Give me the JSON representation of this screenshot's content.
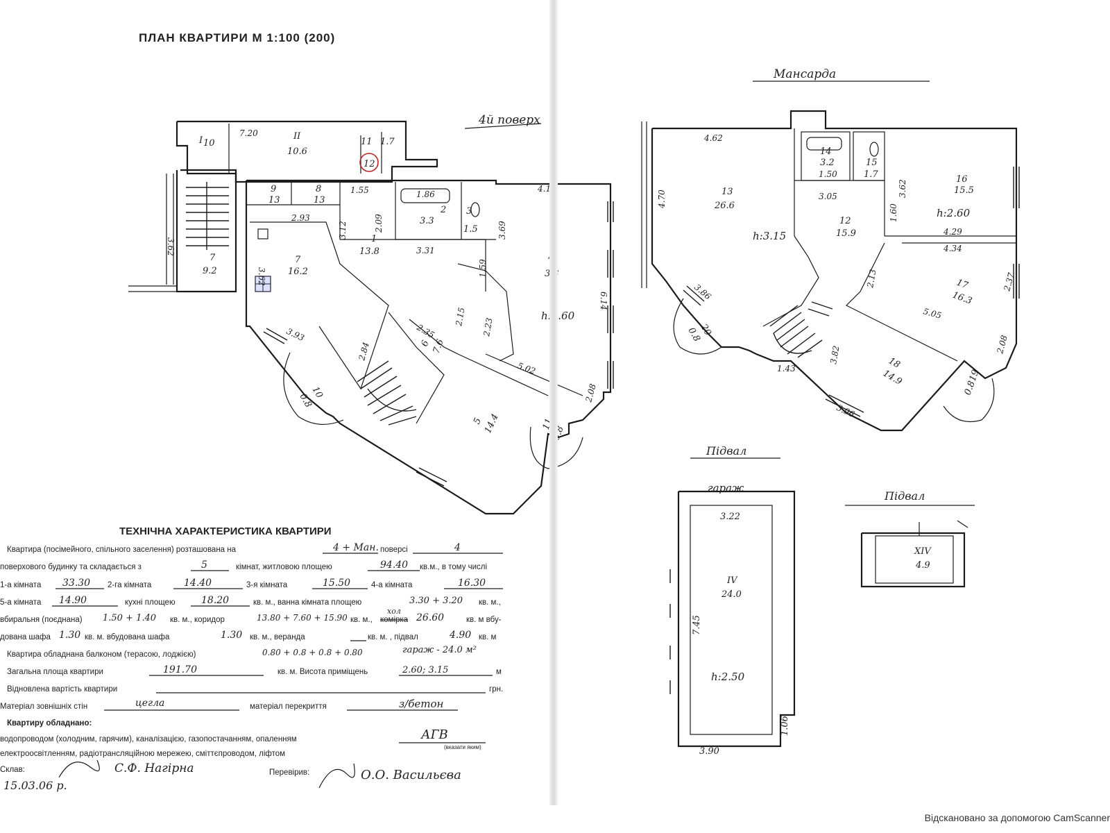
{
  "plan": {
    "title": "ПЛАН КВАРТИРИ М 1:100 (200)",
    "floor4_label": "4й поверх",
    "mansard_label": "Мансарда",
    "basement_label": "Підвал",
    "garage_label": "гараж",
    "cellar_label": "Підвал"
  },
  "floor4": {
    "rooms": [
      {
        "num": "I",
        "area": "10"
      },
      {
        "num": "II",
        "area": "10.6"
      },
      {
        "num": "11",
        "area": "1.7"
      },
      {
        "num": "12",
        "area": ""
      },
      {
        "num": "9",
        "area": "13"
      },
      {
        "num": "8",
        "area": "13"
      },
      {
        "num": "7",
        "area": "16.2"
      },
      {
        "num": "1",
        "area": "13.8"
      },
      {
        "num": "2",
        "area": "3.3"
      },
      {
        "num": "3",
        "area": "1.5"
      },
      {
        "num": "4",
        "area": "3.3"
      },
      {
        "num": "5",
        "area": "14.4"
      },
      {
        "num": "6",
        "area": "7.6"
      },
      {
        "num": "7",
        "area": "9.2"
      },
      {
        "num": "10",
        "area": "0.8"
      },
      {
        "num": "11",
        "area": "0.8"
      }
    ],
    "dims": [
      "7.20",
      "1.55",
      "2.93",
      "3.12",
      "2.09",
      "3.31",
      "3.69",
      "4.18",
      "3.93",
      "2.84",
      "2.35",
      "2.15",
      "2.23",
      "5.02",
      "2.08",
      "6.14",
      "1.59",
      "3.62",
      "3.62",
      "1.86"
    ],
    "height": "h:2.60"
  },
  "mansard": {
    "rooms": [
      {
        "num": "13",
        "area": "26.6"
      },
      {
        "num": "14",
        "area": "3.2"
      },
      {
        "num": "15",
        "area": "1.7"
      },
      {
        "num": "16",
        "area": "15.5"
      },
      {
        "num": "12",
        "area": "15.9"
      },
      {
        "num": "17",
        "area": "16.3"
      },
      {
        "num": "18",
        "area": "14.9"
      },
      {
        "num": "19",
        "area": "0.8"
      },
      {
        "num": "20",
        "area": "0.8"
      }
    ],
    "dims": [
      "4.62",
      "4.70",
      "3.05",
      "1.50",
      "3.62",
      "4.29",
      "4.34",
      "1.60",
      "2.37",
      "5.05",
      "3.86",
      "3.82",
      "1.43",
      "3.96",
      "2.08",
      "2.13"
    ],
    "height_left": "h:3.15",
    "height_right": "h:2.60"
  },
  "garage": {
    "room": "IV",
    "area": "24.0",
    "dims": [
      "3.22",
      "3.90",
      "1.06",
      "7.45"
    ],
    "height": "h:2.50"
  },
  "cellar": {
    "room": "XIV",
    "area": "4.9"
  },
  "tech": {
    "title": "ТЕХНІЧНА ХАРАКТЕРИСТИКА КВАРТИРИ",
    "l1_a": "Квартира (посімейного, спільного заселення) розташована на",
    "l1_v1": "4 + Ман.",
    "l1_b": "поверсі",
    "l1_v2": "4",
    "l2_a": "поверхового будинку та складається з",
    "l2_v1": "5",
    "l2_b": "кімнат, житловою площею",
    "l2_v2": "94.40",
    "l2_c": "кв.м., в тому числі",
    "l3_a": "1-а кімната",
    "l3_v1": "33.30",
    "l3_b": "2-га кімната",
    "l3_v2": "14.40",
    "l3_c": "3-я кімната",
    "l3_v3": "15.50",
    "l3_d": "4-а кімната",
    "l3_v4": "16.30",
    "l4_a": "5-а кімната",
    "l4_v1": "14.90",
    "l4_b": "кухні площею",
    "l4_v2": "18.20",
    "l4_c": "кв. м., ванна кімната площею",
    "l4_v3": "3.30 + 3.20",
    "l4_d": "кв. м.,",
    "l5_a": "вбиральня (поєднана)",
    "l5_v1": "1.50 + 1.40",
    "l5_b": "кв. м., коридор",
    "l5_v2": "13.80 + 7.60 + 15.90",
    "l5_c": "кв. м.,",
    "l5_strike": "комірка",
    "l5_hand": "хол",
    "l5_v3": "26.60",
    "l5_d": "кв. м вбу-",
    "l6_a": "дована шафа",
    "l6_v1": "1.30",
    "l6_b": "кв. м. вбудована шафа",
    "l6_v2": "1.30",
    "l6_c": "кв. м., веранда",
    "l6_d": "кв. м. , підвал",
    "l6_v3": "4.90",
    "l6_e": "кв. м",
    "l7_a": "Квартира обладнана балконом (терасою, лоджією)",
    "l7_v1": "0.80 + 0.8 + 0.8 + 0.80",
    "l7_v2": "гараж - 24.0 м²",
    "l8_a": "Загальна площа квартири",
    "l8_v1": "191.70",
    "l8_b": "кв. м. Висота приміщень",
    "l8_v2": "2.60; 3.15",
    "l8_c": "м",
    "l9_a": "Відновлена вартість квартири",
    "l9_b": "грн.",
    "l10_a": "Матеріал зовнішніх стін",
    "l10_v1": "цегла",
    "l10_b": "матеріал перекриття",
    "l10_v2": "з/бетон",
    "l11": "Квартиру обладнано:",
    "l12_a": "водопроводом (холодним, гарячим), каналізацією, газопостачанням, опаленням",
    "l12_v1": "АГВ",
    "l12_note": "(вказати яким)",
    "l13": "електроосвітленням, радіотрансляційною мережею, сміттєпроводом, ліфтом",
    "sign_a": "Склав:",
    "sign_name1": "С.Ф. Нагірна",
    "sign_date": "15.03.06 р.",
    "sign_b": "Перевірив:",
    "sign_name2": "О.О. Васильєва"
  },
  "footer": {
    "scanner": "Відскановано за допомогою CamScanner"
  }
}
